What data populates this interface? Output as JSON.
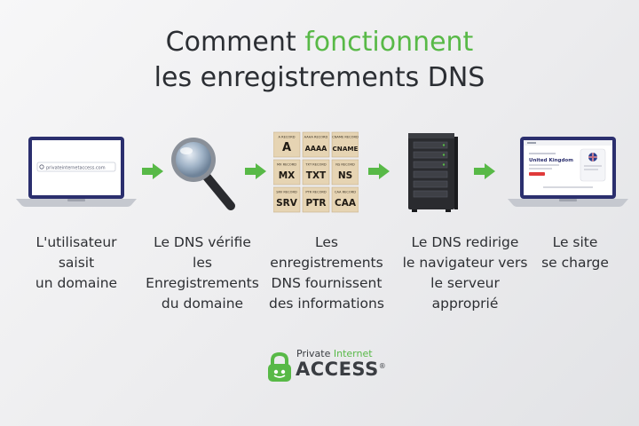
{
  "title": {
    "part1": "Comment ",
    "accent": "fonctionnent",
    "line2": "les enregistrements DNS"
  },
  "laptop1": {
    "url": "privateinternetaccess.com"
  },
  "records": [
    {
      "small": "A RECORD",
      "big": "A"
    },
    {
      "small": "AAAA RECORD",
      "big": "AAAA"
    },
    {
      "small": "CNAME RECORD",
      "big": "CNAME"
    },
    {
      "small": "MX RECORD",
      "big": "MX"
    },
    {
      "small": "TXT RECORD",
      "big": "TXT"
    },
    {
      "small": "NS RECORD",
      "big": "NS"
    },
    {
      "small": "SRV RECORD",
      "big": "SRV"
    },
    {
      "small": "PTR RECORD",
      "big": "PTR"
    },
    {
      "small": "CAA RECORD",
      "big": "CAA"
    }
  ],
  "laptop2": {
    "heading": "United Kingdom"
  },
  "steps": [
    "L'utilisateur\nsaisit\nun domaine",
    "Le DNS vérifie\nles\nEnregistrements\ndu domaine",
    "Les\nenregistrements\nDNS fournissent\ndes informations",
    "Le DNS redirige\nle navigateur vers\nle serveur\napproprié",
    "Le site\nse charge"
  ],
  "logo": {
    "line1a": "Private ",
    "line1b": "Internet",
    "line2": "ACCESS",
    "reg": "®"
  },
  "colors": {
    "accent": "#58b947",
    "text": "#2d2f33",
    "laptop": "#2b2f6e"
  }
}
